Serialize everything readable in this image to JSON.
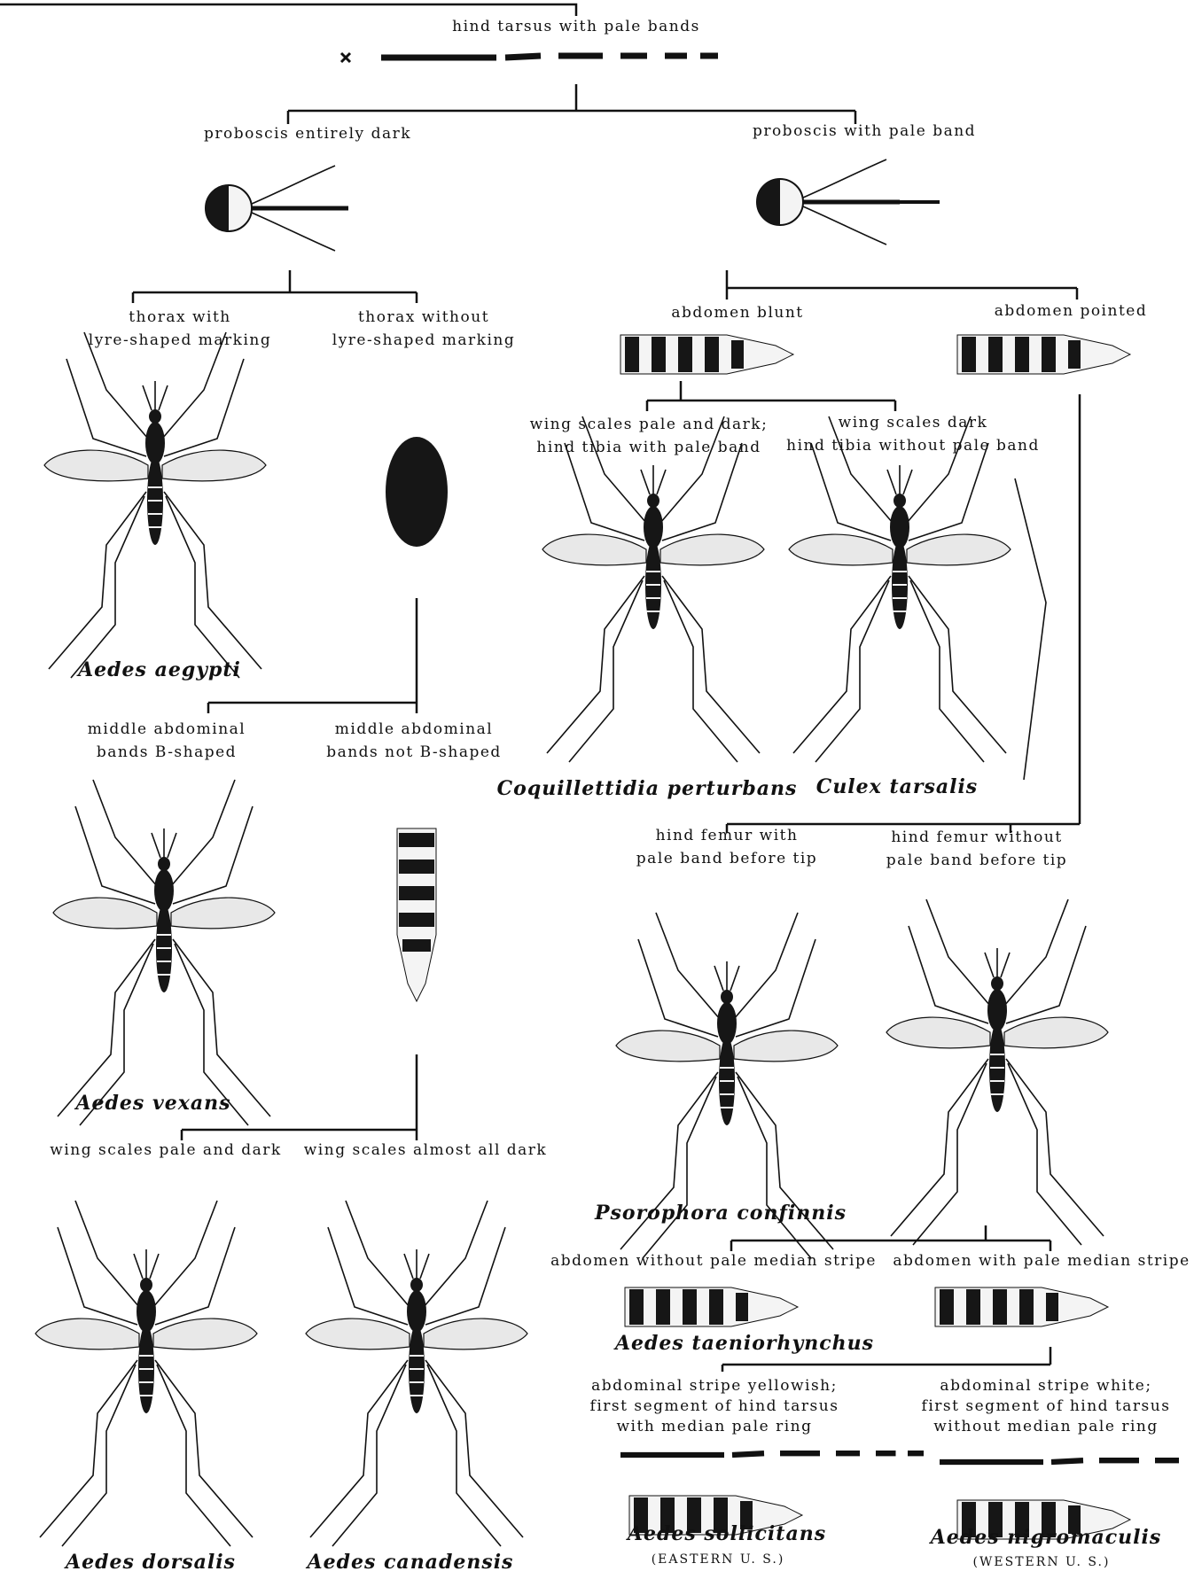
{
  "labels": {
    "root": "hind tarsus with pale bands",
    "proboscis_dark": "proboscis entirely dark",
    "proboscis_band": "proboscis with pale band",
    "thorax_lyre_1": "thorax with",
    "thorax_lyre_2": "lyre-shaped marking",
    "thorax_nolyre_1": "thorax without",
    "thorax_nolyre_2": "lyre-shaped marking",
    "abd_blunt": "abdomen blunt",
    "abd_pointed": "abdomen pointed",
    "wing_pd_1": "wing scales pale and dark;",
    "wing_pd_2": "hind tibia with pale band",
    "wing_dark_1": "wing scales dark",
    "wing_dark_2": "hind tibia without pale band",
    "mid_b_1": "middle abdominal",
    "mid_b_2": "bands B-shaped",
    "mid_nb_1": "middle abdominal",
    "mid_nb_2": "bands not B-shaped",
    "femur_with_1": "hind femur with",
    "femur_with_2": "pale band before tip",
    "femur_without_1": "hind femur without",
    "femur_without_2": "pale band before tip",
    "wing_pale_dark": "wing scales pale and dark",
    "wing_almost_dark": "wing scales almost all dark",
    "abd_no_stripe": "abdomen without pale median stripe",
    "abd_stripe": "abdomen with pale median stripe",
    "stripe_yellow_1": "abdominal stripe yellowish;",
    "stripe_yellow_2": "first segment of hind tarsus",
    "stripe_yellow_3": "with median pale ring",
    "stripe_white_1": "abdominal stripe white;",
    "stripe_white_2": "first segment of hind tarsus",
    "stripe_white_3": "without median pale ring"
  },
  "species": {
    "aegypti": "Aedes aegypti",
    "vexans": "Aedes vexans",
    "coquillettidia": "Coquillettidia perturbans",
    "tarsalis": "Culex tarsalis",
    "psorophora": "Psorophora confinnis",
    "taeniorhynchus": "Aedes taeniorhynchus",
    "dorsalis": "Aedes dorsalis",
    "canadensis": "Aedes canadensis",
    "sollicitans": "Aedes sollicitans",
    "nigromaculis": "Aedes nigromaculis"
  },
  "regions": {
    "eastern": "(EASTERN U. S.)",
    "western": "(WESTERN U. S.)"
  }
}
